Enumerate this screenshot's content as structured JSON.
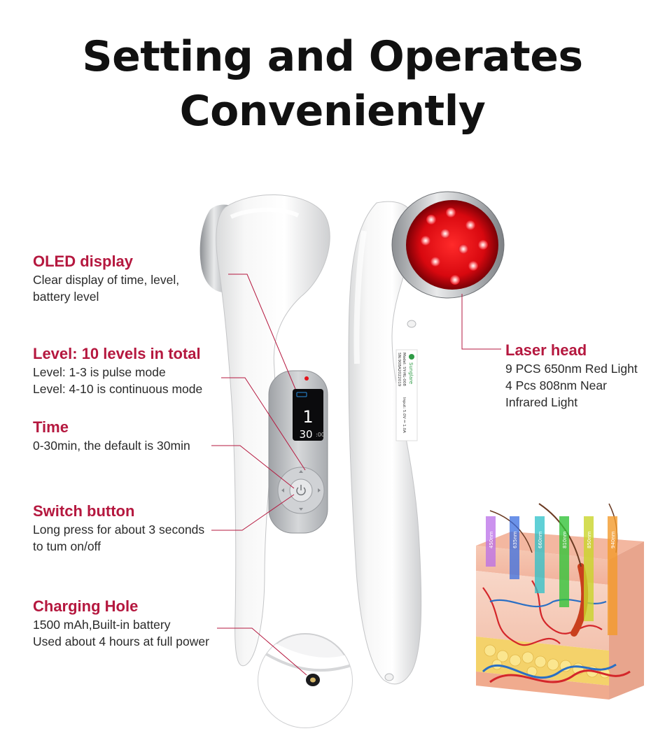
{
  "headline": {
    "line1": "Setting and Operates",
    "line2": "Conveniently"
  },
  "features": {
    "oled": {
      "title": "OLED display",
      "lines": [
        "Clear display of time, level,",
        "battery level"
      ]
    },
    "level": {
      "title": "Level: 10 levels in total",
      "lines": [
        "Level:  1-3 is pulse mode",
        "Level:  4-10 is continuous mode"
      ]
    },
    "time": {
      "title": "Time",
      "lines": [
        "0-30min, the default is 30min"
      ]
    },
    "switch": {
      "title": "Switch button",
      "lines": [
        "Long press for about 3 seconds",
        "to tum on/off"
      ]
    },
    "charging": {
      "title": "Charging Hole",
      "lines": [
        "1500 mAh,Built-in battery",
        "Used about 4 hours at full power"
      ]
    },
    "laser": {
      "title": "Laser head",
      "lines": [
        "9 PCS 650nm Red Light",
        "4 Pcs 808nm Near",
        "Infrared Light"
      ]
    }
  },
  "device_screen": {
    "level": "1",
    "minutes": "30",
    "seconds": ":00"
  },
  "label_sticker": {
    "brand": "Sunglare",
    "model_lines": [
      "Model: SY-HL-008",
      "SN:908A2022019",
      "Input: 5.0V ⎓ 1.0A"
    ]
  },
  "skin_wavelengths": [
    "450nm",
    "635nm",
    "660nm",
    "810nm",
    "850nm",
    "940nm"
  ],
  "colors": {
    "accent": "#b5183f",
    "headline": "#111111",
    "laser": "#e0101a"
  }
}
